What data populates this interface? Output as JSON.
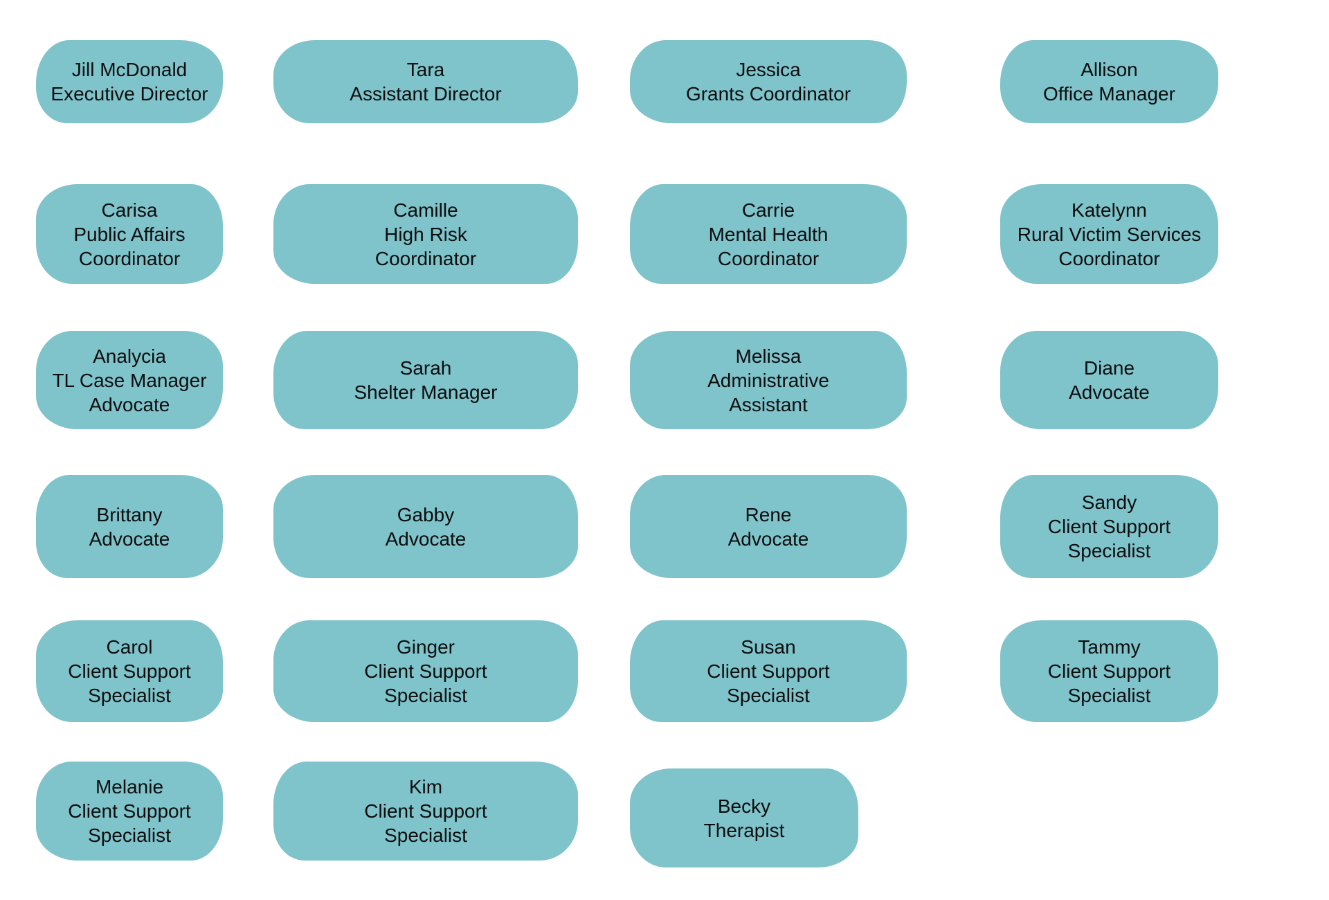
{
  "colors": {
    "background": "#ffffff",
    "card": "#7fc3cb",
    "text": "#0d0d0d"
  },
  "org_chart": {
    "cards": [
      {
        "name": "Jill McDonald",
        "title": "Executive Director",
        "lines": [
          "Jill McDonald",
          "Executive Director"
        ]
      },
      {
        "name": "Tara",
        "title": "Assistant Director",
        "lines": [
          "Tara",
          "Assistant Director"
        ]
      },
      {
        "name": "Jessica",
        "title": "Grants Coordinator",
        "lines": [
          "Jessica",
          "Grants Coordinator"
        ]
      },
      {
        "name": "Allison",
        "title": "Office Manager",
        "lines": [
          "Allison",
          "Office Manager"
        ]
      },
      {
        "name": "Carisa",
        "title": "Public Affairs Coordinator",
        "lines": [
          "Carisa",
          "Public Affairs",
          "Coordinator"
        ]
      },
      {
        "name": "Camille",
        "title": "High Risk Coordinator",
        "lines": [
          "Camille",
          "High Risk",
          "Coordinator"
        ]
      },
      {
        "name": "Carrie",
        "title": "Mental Health Coordinator",
        "lines": [
          "Carrie",
          "Mental Health",
          "Coordinator"
        ]
      },
      {
        "name": "Katelynn",
        "title": "Rural Victim Services Coordinator",
        "lines": [
          "Katelynn",
          "Rural Victim Services",
          "Coordinator"
        ]
      },
      {
        "name": "Analycia",
        "title": "TL Case Manager Advocate",
        "lines": [
          "Analycia",
          "TL Case Manager",
          "Advocate"
        ]
      },
      {
        "name": "Sarah",
        "title": "Shelter Manager",
        "lines": [
          "Sarah",
          "Shelter Manager"
        ]
      },
      {
        "name": "Melissa",
        "title": "Administrative Assistant",
        "lines": [
          "Melissa",
          "Administrative",
          "Assistant"
        ]
      },
      {
        "name": "Diane",
        "title": "Advocate",
        "lines": [
          "Diane",
          "Advocate"
        ]
      },
      {
        "name": "Brittany",
        "title": "Advocate",
        "lines": [
          "Brittany",
          "Advocate"
        ]
      },
      {
        "name": "Gabby",
        "title": "Advocate",
        "lines": [
          "Gabby",
          "Advocate"
        ]
      },
      {
        "name": "Rene",
        "title": "Advocate",
        "lines": [
          "Rene",
          "Advocate"
        ]
      },
      {
        "name": "Sandy",
        "title": "Client Support Specialist",
        "lines": [
          "Sandy",
          "Client Support",
          "Specialist"
        ]
      },
      {
        "name": "Carol",
        "title": "Client Support Specialist",
        "lines": [
          "Carol",
          "Client Support",
          "Specialist"
        ]
      },
      {
        "name": "Ginger",
        "title": "Client Support Specialist",
        "lines": [
          "Ginger",
          "Client Support",
          "Specialist"
        ]
      },
      {
        "name": "Susan",
        "title": "Client Support Specialist",
        "lines": [
          "Susan",
          "Client Support",
          "Specialist"
        ]
      },
      {
        "name": "Tammy",
        "title": "Client Support Specialist",
        "lines": [
          "Tammy",
          "Client Support",
          "Specialist"
        ]
      },
      {
        "name": "Melanie",
        "title": "Client Support Specialist",
        "lines": [
          "Melanie",
          "Client Support",
          "Specialist"
        ]
      },
      {
        "name": "Kim",
        "title": "Client Support Specialist",
        "lines": [
          "Kim",
          "Client Support",
          "Specialist"
        ]
      },
      {
        "name": "Becky",
        "title": "Therapist",
        "lines": [
          "Becky",
          "Therapist"
        ]
      }
    ]
  }
}
